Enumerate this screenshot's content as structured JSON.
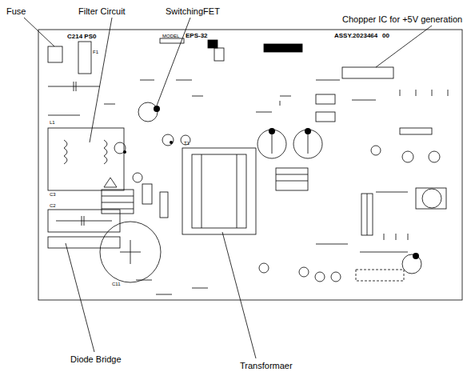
{
  "diagram": {
    "labels": [
      "Fuse",
      "Filter Circuit",
      "SwitchingFET",
      "Chopper IC for +5V generation",
      "Diode Bridge",
      "Transformaer",
      "C214 PS0",
      "MODEL",
      "EPS-32",
      "ASSY.2023464",
      "00",
      "T1",
      "L1",
      "F1",
      "C2",
      "C3",
      "C11"
    ]
  }
}
